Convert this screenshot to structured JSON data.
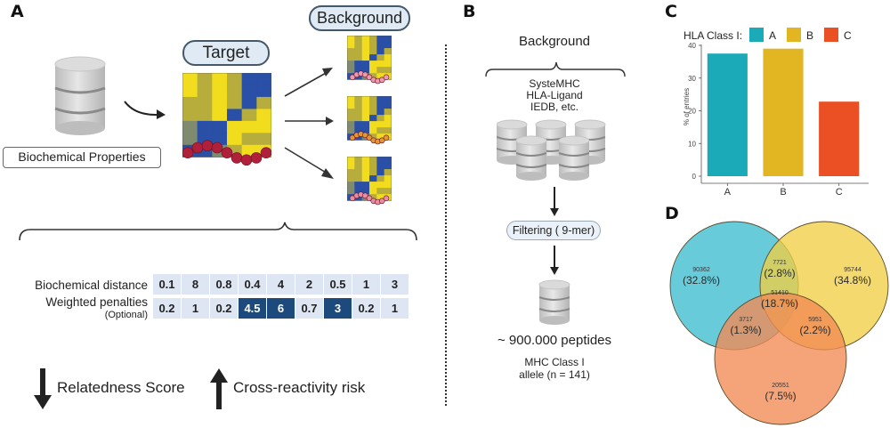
{
  "panel_a": {
    "letter": "A",
    "database_label": "Biochemical Properties",
    "target_label": "Target",
    "background_label": "Background",
    "table": {
      "rows": [
        {
          "label": "Biochemical distance",
          "sublabel": "",
          "values": [
            "0.1",
            "8",
            "0.8",
            "0.4",
            "4",
            "2",
            "0.5",
            "1",
            "3"
          ],
          "highlighted": []
        },
        {
          "label": "Weighted penalties",
          "sublabel": "(Optional)",
          "values": [
            "0.2",
            "1",
            "0.2",
            "4.5",
            "6",
            "0.7",
            "3",
            "0.2",
            "1"
          ],
          "highlighted": [
            3,
            4,
            6
          ]
        }
      ]
    },
    "footer": {
      "relatedness_label": "Relatedness Score",
      "relatedness_direction": "down",
      "risk_label": "Cross-reactivity risk",
      "risk_direction": "up"
    }
  },
  "panel_b": {
    "letter": "B",
    "background_label": "Background",
    "sources": [
      "SysteMHC",
      "HLA-Ligand",
      "IEDB, etc."
    ],
    "filter_label": "Filtering ( 9-mer)",
    "peptides_label": "~ 900.000 peptides",
    "allele_line1": "MHC Class I",
    "allele_line2": "allele (n = 141)"
  },
  "panel_c": {
    "letter": "C"
  },
  "panel_d": {
    "letter": "D"
  },
  "colors": {
    "heat_yellow": "#f2dc1e",
    "heat_olive": "#b7ad3c",
    "heat_blue": "#2a4fa6",
    "heat_grey": "#7f8a6e",
    "bead_target": "#b0203a",
    "bead_bg1": "#e79ab0",
    "bead_bg2": "#e1963a",
    "bead_bg3": "#e48da3",
    "hla_a": "#1aaab8",
    "hla_b": "#e2b623",
    "hla_c": "#ea5024",
    "venn_a": "#3ebcd0",
    "venn_b": "#f0ce45",
    "venn_c": "#f28a55",
    "cell_light": "#dfe6f3",
    "cell_dark": "#1d4a7c"
  },
  "chart_data": [
    {
      "type": "bar",
      "title": "",
      "legend_title": "HLA Class I:",
      "legend_position": "top",
      "categories": [
        "A",
        "B",
        "C"
      ],
      "values": [
        37.5,
        39.0,
        22.8
      ],
      "colors": [
        "#1aaab8",
        "#e2b623",
        "#ea5024"
      ],
      "xlabel": "",
      "ylabel": "% of entries",
      "ylim": [
        0,
        40
      ],
      "yticks": [
        0,
        10,
        20,
        30,
        40
      ],
      "grid": false
    },
    {
      "type": "venn",
      "sets": [
        "A",
        "B",
        "C"
      ],
      "colors": [
        "#3ebcd0",
        "#f0ce45",
        "#f28a55"
      ],
      "regions": [
        {
          "sets": [
            "A"
          ],
          "count": "90362",
          "percent": "(32.8%)"
        },
        {
          "sets": [
            "B"
          ],
          "count": "95744",
          "percent": "(34.8%)"
        },
        {
          "sets": [
            "C"
          ],
          "count": "20551",
          "percent": "(7.5%)"
        },
        {
          "sets": [
            "A",
            "B"
          ],
          "count": "7721",
          "percent": "(2.8%)"
        },
        {
          "sets": [
            "A",
            "C"
          ],
          "count": "3717",
          "percent": "(1.3%)"
        },
        {
          "sets": [
            "B",
            "C"
          ],
          "count": "5951",
          "percent": "(2.2%)"
        },
        {
          "sets": [
            "A",
            "B",
            "C"
          ],
          "count": "51410",
          "percent": "(18.7%)"
        }
      ]
    }
  ]
}
